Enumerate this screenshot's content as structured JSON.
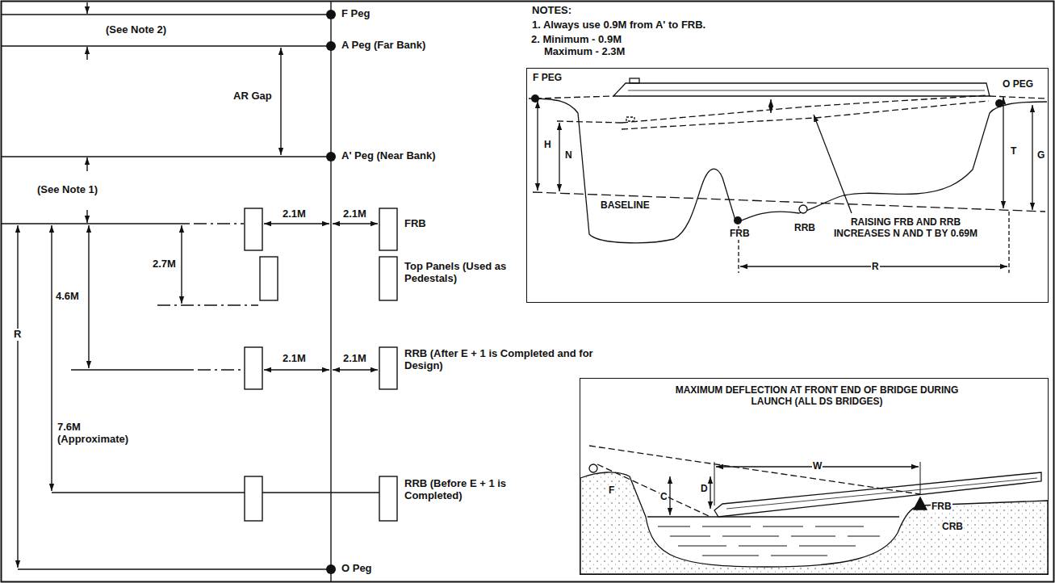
{
  "diagram": {
    "nodes": [
      {
        "text": [
          "F PEG",
          "O PEG",
          "H",
          "N",
          "BASELINE",
          "T",
          "G",
          "FRB",
          "RRB",
          "RAISING FRB AND RRB INCREASES N AND T BY 0.69M",
          "R"
        ]
      },
      {
        "text": [
          "MAXIMUM DEFLECTION AT FRONT END OF BRIDGE DURING LAUNCH (ALL DS BRIDGES)",
          "F",
          "C",
          "D",
          "W",
          "FRB",
          "CRB"
        ]
      }
    ],
    "labels": [
      "F Peg",
      "(See Note 2)",
      "A Peg (Far Bank)",
      "AR Gap",
      "A' Peg (Near Bank)",
      "(See Note 1)",
      "2.1M",
      "2.1M",
      "FRB",
      "2.7M",
      "Top Panels (Used as Pedestals)",
      "4.6M",
      "2.1M",
      "2.1M",
      "RRB (After E + 1 is Completed and for Design)",
      "R",
      "7.6M (Approximate)",
      "RRB (Before E + 1 is Completed)",
      "O Peg",
      "NOTES:",
      "1. Always use 0.9M from A' to FRB.",
      "2. Minimum - 0.9M Maximum - 2.3M"
    ]
  }
}
